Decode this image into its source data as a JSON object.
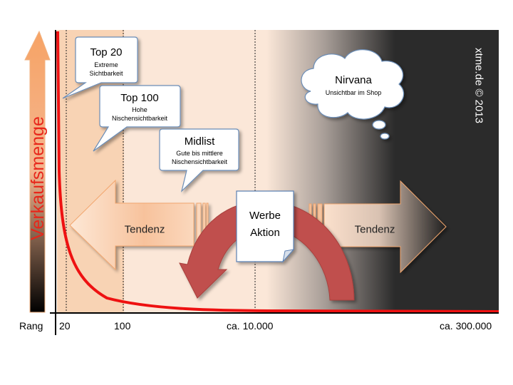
{
  "ylabel": "Verkaufsmenge",
  "x_axis": {
    "title": "Rang",
    "ticks": [
      "20",
      "100",
      "ca. 10.000",
      "ca. 300.000"
    ]
  },
  "copyright": "xtme.de © 2013",
  "callouts": {
    "top20": {
      "title": "Top 20",
      "line1": "Extreme",
      "line2": "Sichtbarkeit"
    },
    "top100": {
      "title": "Top 100",
      "line1": "Hohe",
      "line2": "Nischensichtbarkeit"
    },
    "midlist": {
      "title": "Midlist",
      "line1": "Gute bis mittlere",
      "line2": "Nischensichtbarkeit"
    }
  },
  "cloud": {
    "title": "Nirvana",
    "subtitle": "Unsichtbar im Shop"
  },
  "arrows": {
    "left_label": "Tendenz",
    "right_label": "Tendenz"
  },
  "note": {
    "line1": "Werbe",
    "line2": "Aktion"
  },
  "colors": {
    "curve": "#ee1111",
    "ylabel": "#e8261a",
    "orange_zone": "#f8d3b4",
    "light_zone": "#fbe7d8",
    "dark_zone": "#2b2b2b",
    "callout_border": "#6b8db7",
    "swoosh": "#c0504d"
  }
}
